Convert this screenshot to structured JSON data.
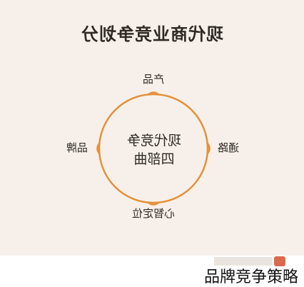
{
  "diagram": {
    "title": "现代商业竞争划分",
    "center_lines": [
      "现代竞争",
      "四部曲"
    ],
    "labels": {
      "top": "产品",
      "right": "通路",
      "bottom": "心智定位",
      "left": "品牌"
    },
    "colors": {
      "background": "#f7f0ea",
      "circle": "#e3913a",
      "text": "#2f2a26"
    }
  },
  "caption": "品牌竞争策略"
}
